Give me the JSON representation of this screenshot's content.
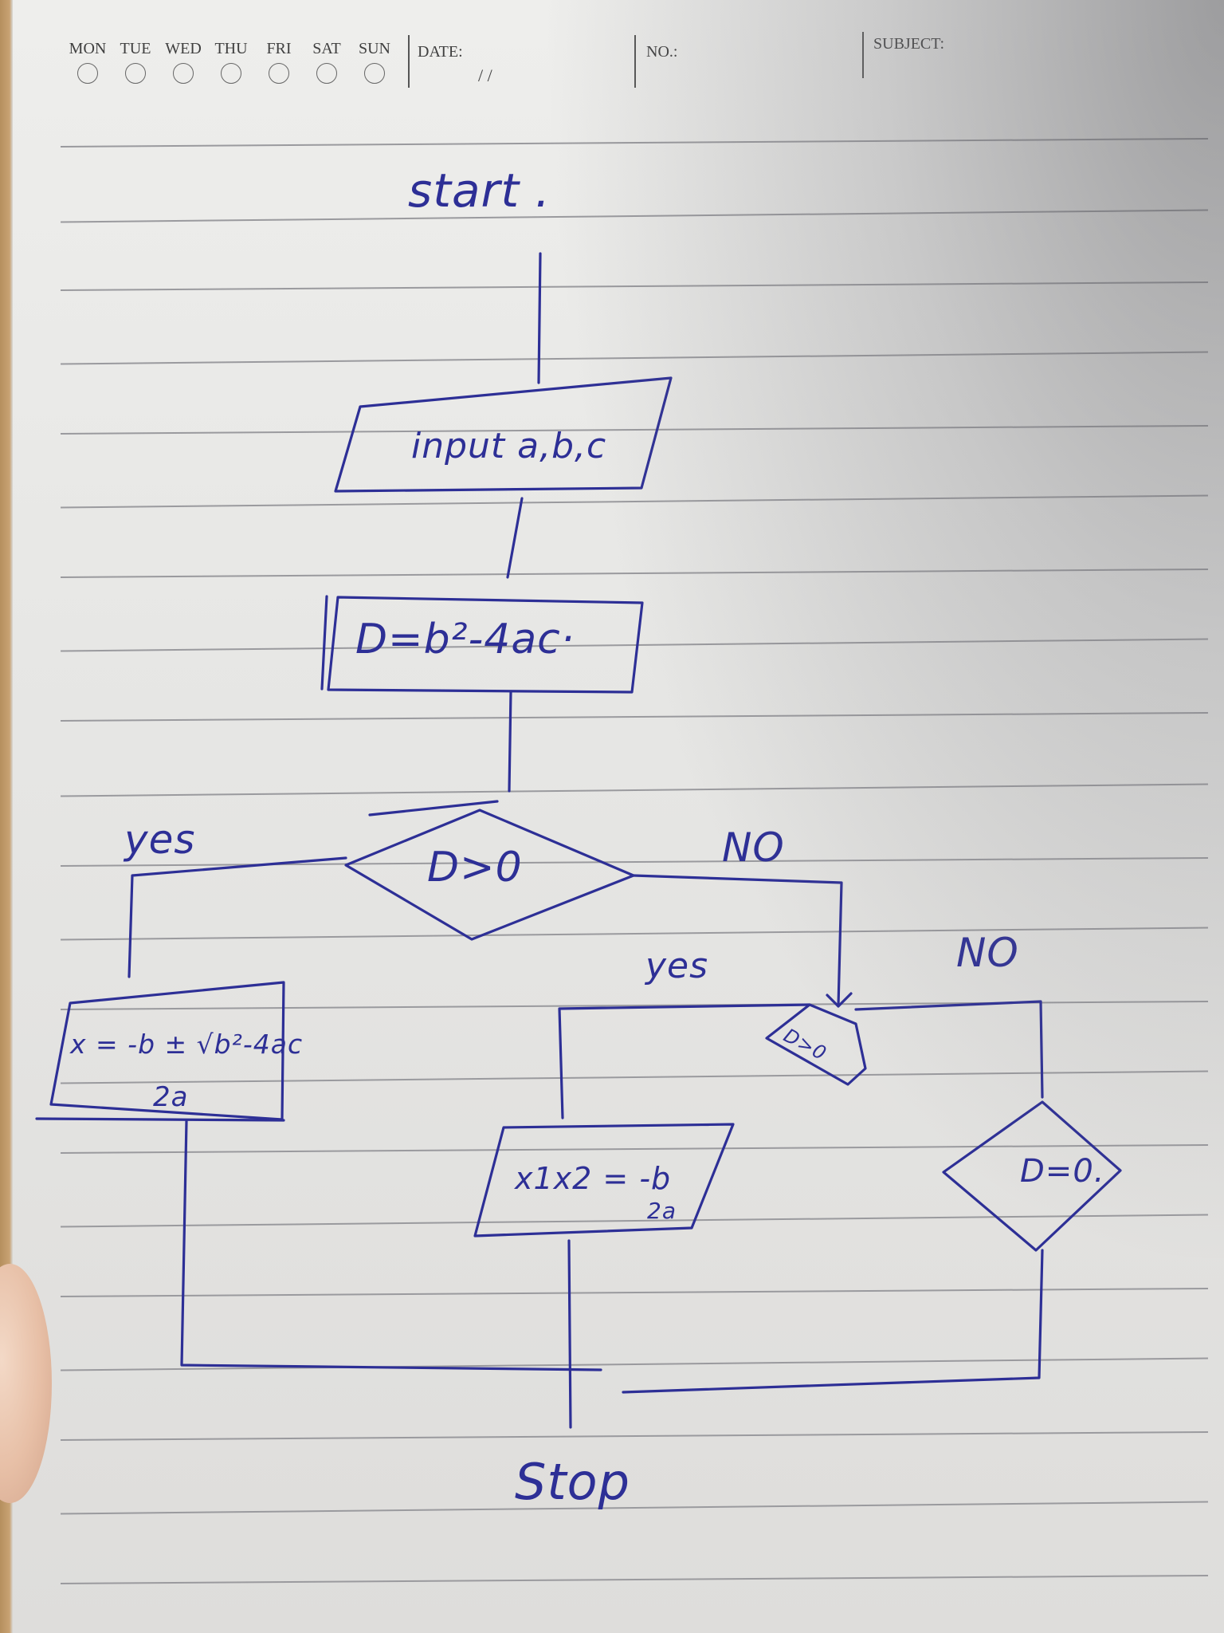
{
  "notebook_header": {
    "days": [
      "MON",
      "TUE",
      "WED",
      "THU",
      "FRI",
      "SAT",
      "SUN"
    ],
    "date_label": "DATE:",
    "date_value": "/        /",
    "no_label": "NO.:",
    "subject_label": "SUBJECT:"
  },
  "flowchart": {
    "start": "start .",
    "input": "input a,b,c",
    "discriminant": "D=b²-4ac·",
    "decision_1": "D>0",
    "decision_1_yes": "yes",
    "decision_1_no": "NO",
    "process_yes": "x = -b ± √b²-4ac",
    "process_yes_den": "2a",
    "decision_2": "D>0",
    "decision_2_yes": "yes",
    "decision_2_no": "NO",
    "output_x1x2": "x1x2 = -b",
    "output_x1x2_den": "2a",
    "decision_3": "D=0.",
    "stop": "Stop"
  },
  "colors": {
    "ink": "#2d2f96",
    "paper": "#e9e9e7",
    "rule": "#9a9a9e"
  }
}
